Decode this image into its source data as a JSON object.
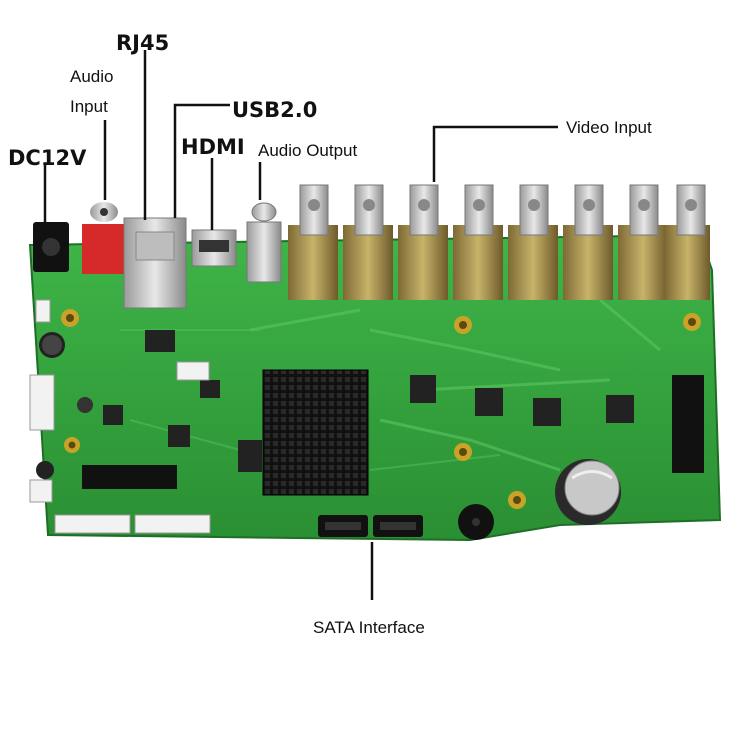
{
  "labels": {
    "rj45": "RJ45",
    "audio_input_line1": "Audio",
    "audio_input_line2": "Input",
    "usb": "USB2.0",
    "hdmi": "HDMI",
    "audio_output": "Audio Output",
    "dc12v": "DC12V",
    "video_input": "Video Input",
    "sata": "SATA Interface"
  },
  "colors": {
    "pcb": "#2f9e3a",
    "pcb_dark": "#1f7a2b",
    "heatsink": "#1a1a1a",
    "gold": "#c9a227",
    "red_jack": "#d62a2a",
    "battery": "#c8c8c8"
  },
  "video_input_count": 8
}
